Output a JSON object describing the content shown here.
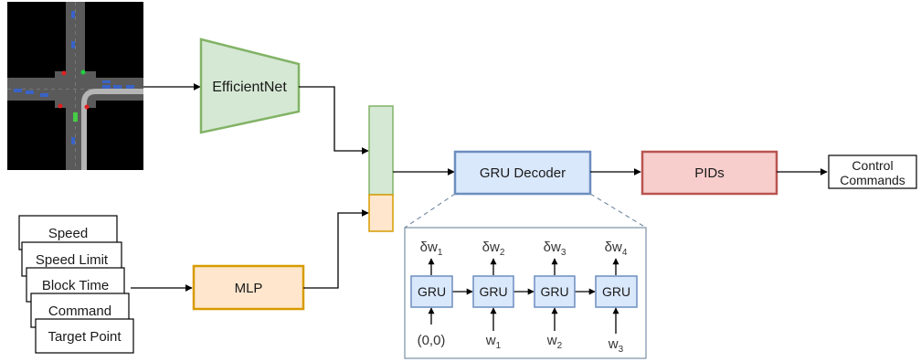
{
  "colors": {
    "green_fill": "#d5e8d4",
    "green_stroke": "#82b366",
    "orange_fill": "#ffe6cc",
    "orange_fill_deep": "#fbe3c4",
    "orange_stroke": "#d79b00",
    "blue_fill": "#dae8fc",
    "blue_stroke": "#6c8ebf",
    "red_fill": "#f8cecc",
    "red_stroke": "#b85450",
    "panel_stroke": "#7a8fa6",
    "arrow": "#000000"
  },
  "encoder": {
    "label": "EfficientNet"
  },
  "mlp": {
    "label": "MLP"
  },
  "decoder": {
    "label": "GRU Decoder"
  },
  "pids": {
    "label": "PIDs"
  },
  "output": {
    "line1": "Control",
    "line2": "Commands"
  },
  "inputs": [
    "Speed",
    "Speed Limit",
    "Block Time",
    "Command",
    "Target Point"
  ],
  "gru_cells": [
    {
      "label": "GRU",
      "out_base": "δw",
      "out_sub": "1",
      "in_base": "(0,0)",
      "in_sub": ""
    },
    {
      "label": "GRU",
      "out_base": "δw",
      "out_sub": "2",
      "in_base": "w",
      "in_sub": "1"
    },
    {
      "label": "GRU",
      "out_base": "δw",
      "out_sub": "3",
      "in_base": "w",
      "in_sub": "2"
    },
    {
      "label": "GRU",
      "out_base": "δw",
      "out_sub": "4",
      "in_base": "w",
      "in_sub": "3"
    }
  ]
}
